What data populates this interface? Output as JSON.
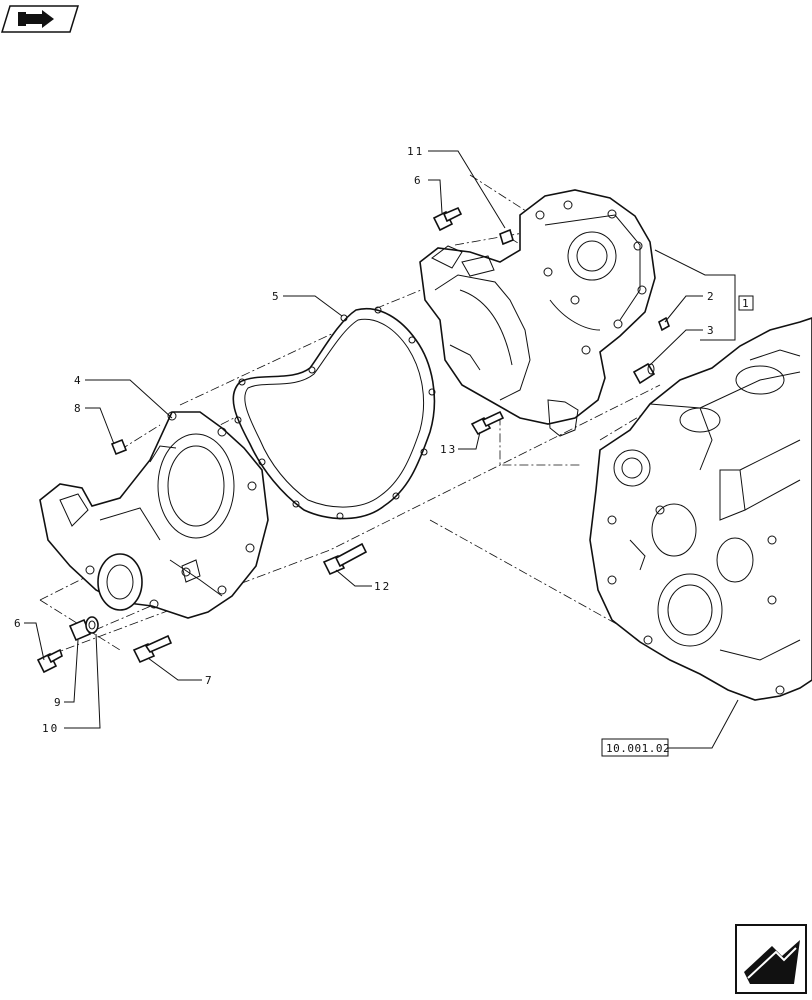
{
  "callouts": {
    "c1": "1",
    "c2": "2",
    "c3": "3",
    "c4": "4",
    "c5": "5",
    "c6a": "6",
    "c6b": "6",
    "c7": "7",
    "c8": "8",
    "c9": "9",
    "c10": "10",
    "c11": "11",
    "c12": "12",
    "c13": "13"
  },
  "reference_box": "10.001.02",
  "icons": {
    "top_left": "book-arrow-icon",
    "bottom_right": "next-page-arrow-icon"
  },
  "colors": {
    "ink": "#111111",
    "paper": "#ffffff"
  }
}
